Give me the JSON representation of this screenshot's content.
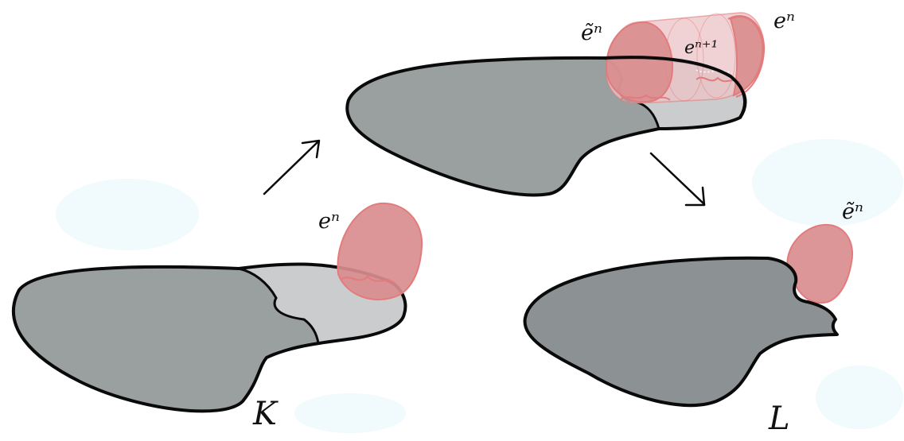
{
  "labels": {
    "space_left": "K",
    "space_right": "L",
    "cell_left": "eⁿ",
    "cell_right": "ẽⁿ",
    "cyl_left": "ẽⁿ",
    "cyl_mid": "eⁿ⁺¹",
    "cyl_right": "eⁿ"
  },
  "colors": {
    "dark_gray": "#9aa09f",
    "light_gray": "#cbcccd",
    "result_gray": "#8c9194",
    "cell_red": "#d98d8e",
    "cell_stroke": "#e37b7d",
    "cylinder": "#ecc3c5",
    "outline": "#0a0a0a",
    "background_tint": "#f1fafc"
  },
  "arrows": [
    "up-right",
    "down-right"
  ]
}
